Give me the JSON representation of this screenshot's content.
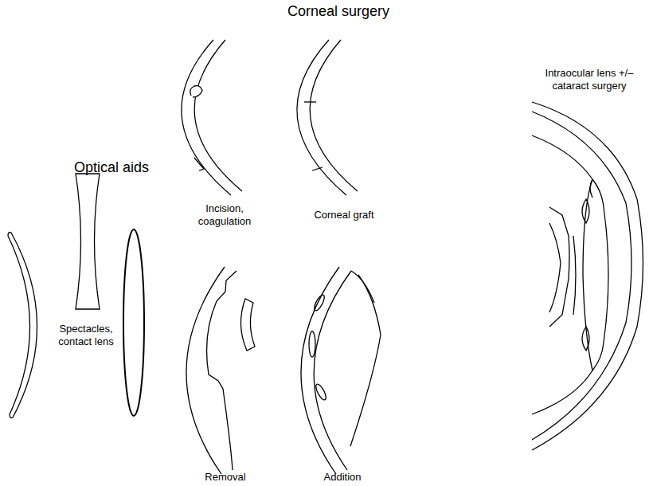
{
  "diagram": {
    "labels": [
      "Corneal surgery",
      "Optical aids",
      "Incision, coagulation",
      "Corneal graft",
      "Spectacles, contact lens",
      "Removal",
      "Addition",
      "Intraocular lens +/– cataract surgery"
    ]
  }
}
